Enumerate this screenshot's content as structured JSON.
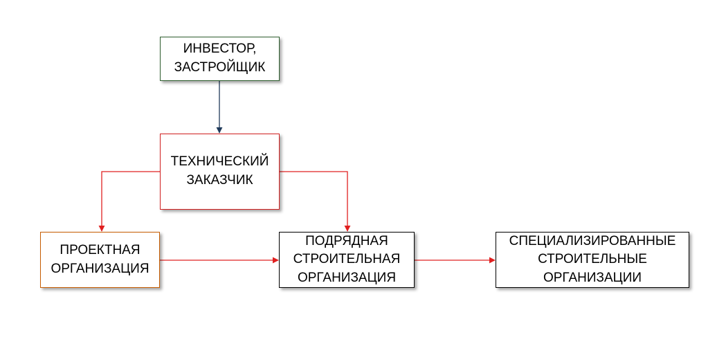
{
  "nodes": {
    "investor": {
      "label": "ИНВЕСТОР, ЗАСТРОЙЩИК",
      "border_color": "#2e5e2e"
    },
    "technical_customer": {
      "label": "ТЕХНИЧЕСКИЙ ЗАКАЗЧИК",
      "border_color": "#d11f1f"
    },
    "project_org": {
      "label": "ПРОЕКТНАЯ ОРГАНИЗАЦИЯ",
      "border_color": "#c65c00"
    },
    "contractor": {
      "label": "ПОДРЯДНАЯ СТРОИТЕЛЬНАЯ ОРГАНИЗАЦИЯ",
      "border_color": "#000000"
    },
    "specialized": {
      "label": "СПЕЦИАЛИЗИРОВАННЫЕ СТРОИТЕЛЬНЫЕ ОРГАНИЗАЦИИ",
      "border_color": "#000000"
    }
  },
  "edges": [
    {
      "from": "investor",
      "to": "technical_customer",
      "color": "#1f3a5a"
    },
    {
      "from": "technical_customer",
      "to": "project_org",
      "color": "#e02020"
    },
    {
      "from": "technical_customer",
      "to": "contractor",
      "color": "#e02020"
    },
    {
      "from": "project_org",
      "to": "contractor",
      "color": "#e02020"
    },
    {
      "from": "contractor",
      "to": "specialized",
      "color": "#e02020"
    }
  ]
}
